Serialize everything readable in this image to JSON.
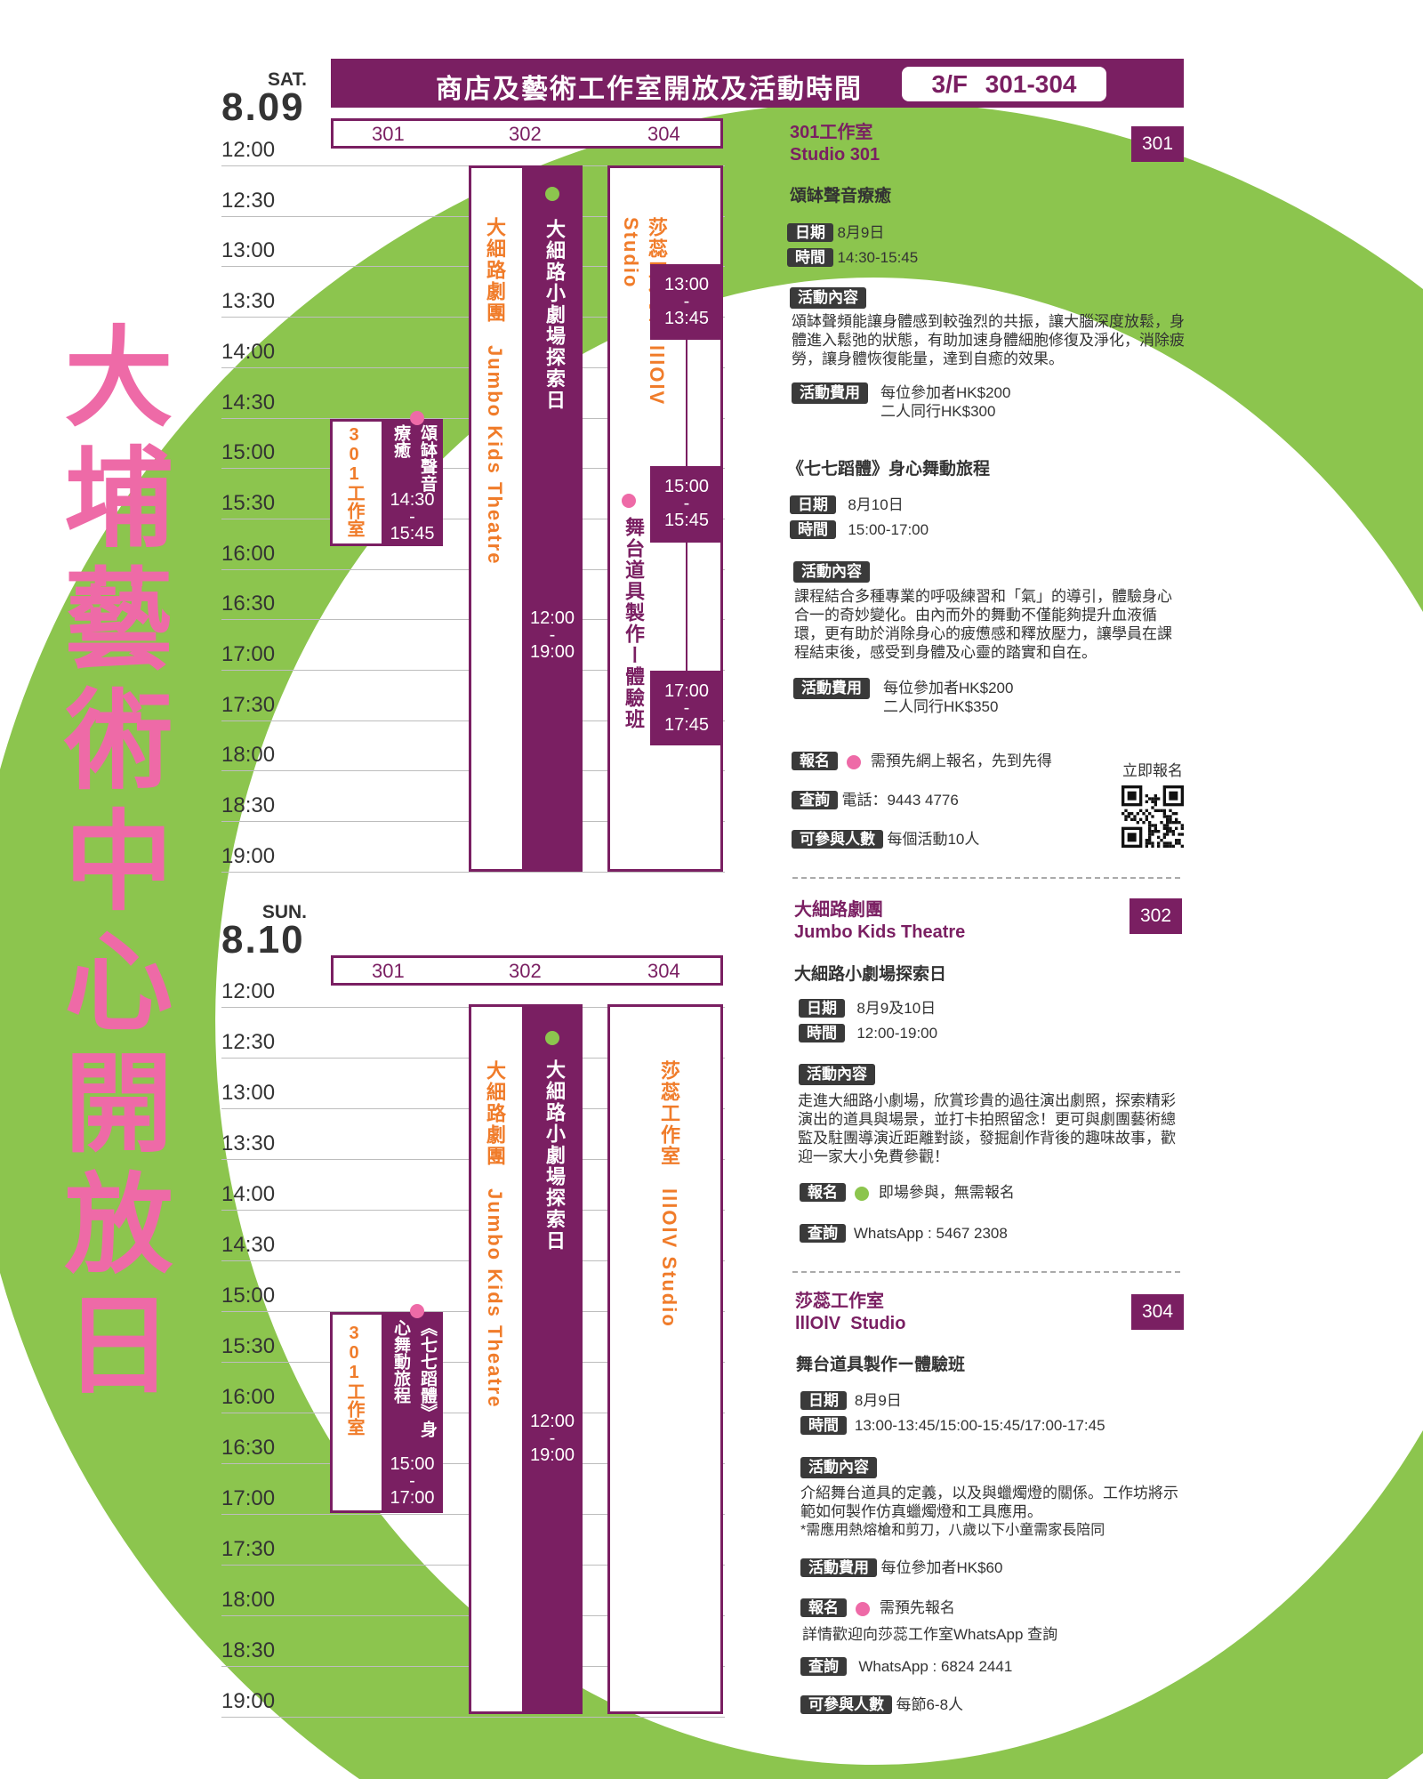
{
  "colors": {
    "purple": "#7a1f62",
    "green": "#8cc54e",
    "pink": "#ee6aa7",
    "orange": "#f07c2a"
  },
  "big_title": "大埔藝術中心開放日",
  "header": {
    "title": "商店及藝術工作室開放及活動時間",
    "floor": "3/F  301-304"
  },
  "rooms": [
    "301",
    "302",
    "304"
  ],
  "times": [
    "12:00",
    "12:30",
    "13:00",
    "13:30",
    "14:00",
    "14:30",
    "15:00",
    "15:30",
    "16:00",
    "16:30",
    "17:00",
    "17:30",
    "18:00",
    "18:30",
    "19:00"
  ],
  "sat": {
    "weekday": "SAT.",
    "date": "8.09",
    "room301": {
      "studio": "301工作室",
      "event": "頌缽聲音療癒",
      "start": "14:30",
      "sep": "-",
      "end": "15:45"
    },
    "room302": {
      "org": "大細路劇團　Jumbo Kids Theatre",
      "event": "大細路小劇場探索日",
      "start": "12:00",
      "sep": "-",
      "end": "19:00"
    },
    "room304": {
      "org": "莎蕊工作室　lllOlV  Studio",
      "event": "舞台道具製作ー體驗班",
      "slots": [
        {
          "start": "13:00",
          "sep": "-",
          "end": "13:45"
        },
        {
          "start": "15:00",
          "sep": "-",
          "end": "15:45"
        },
        {
          "start": "17:00",
          "sep": "-",
          "end": "17:45"
        }
      ]
    }
  },
  "sun": {
    "weekday": "SUN.",
    "date": "8.10",
    "room301": {
      "studio": "301工作室",
      "event": "《七七蹈體》身心舞動旅程",
      "start": "15:00",
      "sep": "-",
      "end": "17:00"
    },
    "room302": {
      "org": "大細路劇團　Jumbo Kids Theatre",
      "event": "大細路小劇場探索日",
      "start": "12:00",
      "sep": "-",
      "end": "19:00"
    },
    "room304": {
      "org": "莎蕊工作室　lllOlV  Studio"
    }
  },
  "labels": {
    "date": "日期",
    "time": "時間",
    "content": "活動內容",
    "fee": "活動費用",
    "signup": "報名",
    "enquiry": "查詢",
    "capacity": "可參與人數"
  },
  "s301": {
    "name_zh": "301工作室",
    "name_en": "Studio 301",
    "badge": "301",
    "e1": {
      "title": "頌缽聲音療癒",
      "date": "8月9日",
      "time": "14:30-15:45",
      "content": "頌缽聲頻能讓身體感到較強烈的共振，讓大腦深度放鬆，身體進入鬆弛的狀態，有助加速身體細胞修復及淨化，消除疲勞，讓身體恢復能量，達到自癒的效果。",
      "fee1": "每位參加者HK$200",
      "fee2": "二人同行HK$300"
    },
    "e2": {
      "title": "《七七蹈體》身心舞動旅程",
      "date": "8月10日",
      "time": "15:00-17:00",
      "content": "課程結合多種專業的呼吸練習和「氣」的導引，體驗身心合一的奇妙變化。由內而外的舞動不僅能夠提升血液循環，更有助於消除身心的疲憊感和釋放壓力，讓學員在課程結束後，感受到身體及心靈的踏實和自在。",
      "fee1": "每位參加者HK$200",
      "fee2": "二人同行HK$350"
    },
    "signup": "需預先網上報名，先到先得",
    "enquiry": "電話：9443 4776",
    "capacity": "每個活動10人",
    "qr_label": "立即報名"
  },
  "s302": {
    "name_zh": "大細路劇團",
    "name_en": "Jumbo Kids Theatre",
    "badge": "302",
    "title": "大細路小劇場探索日",
    "date": "8月9及10日",
    "time": "12:00-19:00",
    "content": "走進大細路小劇場，欣賞珍貴的過往演出劇照，探索精彩演出的道具與場景，並打卡拍照留念！更可與劇團藝術總監及駐團導演近距離對談，發掘創作背後的趣味故事，歡迎一家大小免費參觀！",
    "signup": "即場參與，無需報名",
    "enquiry": "WhatsApp : 5467 2308"
  },
  "s304": {
    "name_zh": "莎蕊工作室",
    "name_en": "lllOlV  Studio",
    "badge": "304",
    "title": "舞台道具製作ー體驗班",
    "date": "8月9日",
    "time": "13:00-13:45/15:00-15:45/17:00-17:45",
    "content1": "介紹舞台道具的定義，以及與蠟燭燈的關係。工作坊將示範如何製作仿真蠟燭燈和工具應用。",
    "content2": "*需應用熱熔槍和剪刀，八歲以下小童需家長陪同",
    "fee": "每位參加者HK$60",
    "signup": "需預先報名",
    "signup_note": "詳情歡迎向莎蕊工作室WhatsApp 查詢",
    "enquiry": "WhatsApp : 6824 2441",
    "capacity": "每節6-8人"
  }
}
